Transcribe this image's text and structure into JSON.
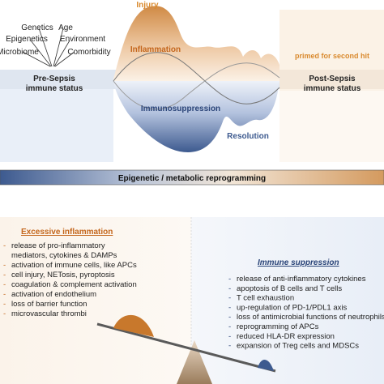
{
  "top": {
    "factors": [
      "Genetics",
      "Age",
      "Epigenetics",
      "Environment",
      "Microbiome",
      "Comorbidity"
    ],
    "pre_sepsis_line1": "Pre-Sepsis",
    "pre_sepsis_line2": "immune status",
    "post_sepsis_line1": "Post-Sepsis",
    "post_sepsis_line2": "immune status",
    "injury": "Injury",
    "inflammation": "Inflammation",
    "primed": "primed for second hit",
    "immunosuppression": "Immunosuppression",
    "resolution": "Resolution",
    "reprogramming": "Epigenetic / metabolic reprogramming"
  },
  "inflammation_panel": {
    "title": "Excessive inflammation",
    "items": [
      "release of pro-inflammatory",
      "mediators, cytokines & DAMPs",
      "activation of immune cells, like APCs",
      "cell injury, NETosis, pyroptosis",
      "coagulation & complement activation",
      "activation of endothelium",
      "loss of barrier function",
      "microvascular thrombi"
    ]
  },
  "suppression_panel": {
    "title": "Immune suppression",
    "items": [
      "release of anti-inflammatory cytokines",
      "apoptosis of B cells and T cells",
      "T cell exhaustion",
      "up-regulation of PD-1/PDL1 axis",
      "loss of antimicrobial functions of neutrophils",
      "reprogramming of APCs",
      "reduced HLA-DR expression",
      "expansion of Treg cells and MDSCs"
    ]
  },
  "colors": {
    "orange": "#c8782c",
    "orange_text": "#d9892d",
    "blue": "#3d5a8f",
    "blue_dark": "#2a4478",
    "text": "#222222"
  }
}
